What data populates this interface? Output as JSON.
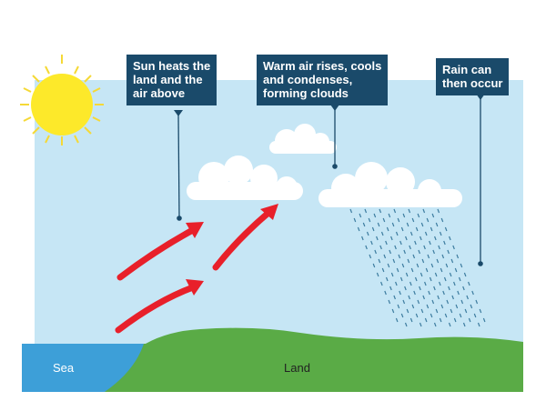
{
  "diagram": {
    "callouts": [
      {
        "id": "sun",
        "lines": [
          "Sun heats the",
          "land and the",
          "air above"
        ]
      },
      {
        "id": "clouds",
        "lines": [
          "Warm air rises, cools",
          "and condenses,",
          "forming clouds"
        ]
      },
      {
        "id": "rain",
        "lines": [
          "Rain can",
          "then occur"
        ]
      }
    ],
    "ground": {
      "sea_label": "Sea",
      "land_label": "Land"
    },
    "colors": {
      "sky": "#c6e6f5",
      "sun": "#fde92a",
      "sun_rays": "#f5d936",
      "sea": "#3d9fd8",
      "land": "#5aab46",
      "arrow": "#e8202a",
      "callout_bg": "#1a4a6a",
      "rain": "#3e7da0",
      "cloud": "#ffffff"
    }
  }
}
